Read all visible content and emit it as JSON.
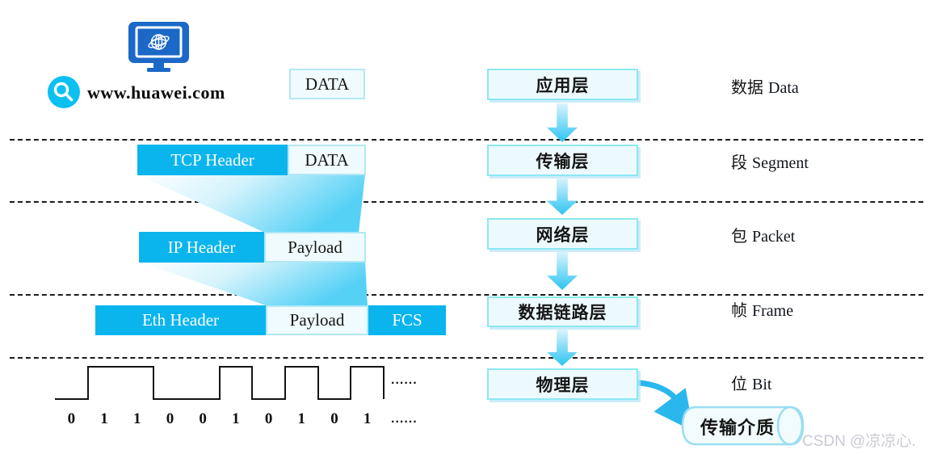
{
  "client": {
    "url": "www.huawei.com"
  },
  "encapsulation": {
    "data_box": "DATA",
    "tcp": {
      "header": "TCP Header",
      "payload": "DATA"
    },
    "ip": {
      "header": "IP Header",
      "payload": "Payload"
    },
    "eth": {
      "header": "Eth Header",
      "payload": "Payload",
      "fcs": "FCS"
    }
  },
  "layers": [
    {
      "name": "应用层",
      "pdu_zh": "数据",
      "pdu_en": "Data"
    },
    {
      "name": "传输层",
      "pdu_zh": "段",
      "pdu_en": "Segment"
    },
    {
      "name": "网络层",
      "pdu_zh": "包",
      "pdu_en": "Packet"
    },
    {
      "name": "数据链路层",
      "pdu_zh": "帧",
      "pdu_en": "Frame"
    },
    {
      "name": "物理层",
      "pdu_zh": "位",
      "pdu_en": "Bit"
    }
  ],
  "bitstream": {
    "bits": [
      "0",
      "1",
      "1",
      "0",
      "0",
      "1",
      "0",
      "1",
      "0",
      "1"
    ],
    "ellipsis": "......"
  },
  "medium": {
    "label": "传输介质"
  },
  "watermark": "CSDN @凉凉心.",
  "colors": {
    "header_cyan": "#0ab5ee",
    "monitor_blue": "#1b68c7",
    "magnifier_cyan": "#0cc0f2",
    "curved_arrow": "#2ab7ee",
    "cylinder_border": "#9adef0"
  }
}
